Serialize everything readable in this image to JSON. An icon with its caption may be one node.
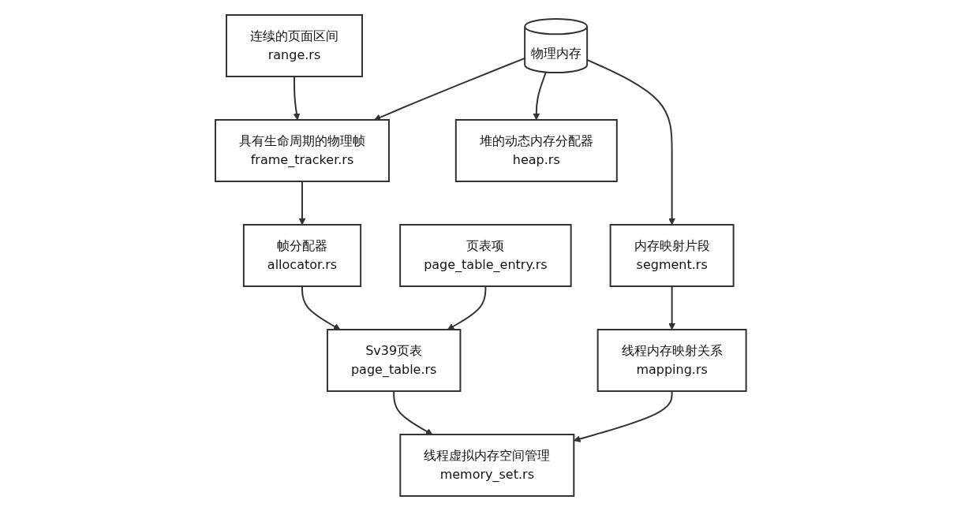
{
  "diagram": {
    "nodes": [
      {
        "text": [
          "连续的页面区间",
          "range.rs"
        ]
      },
      {
        "text": [
          "具有生命周期的物理帧",
          "frame_tracker.rs"
        ]
      },
      {
        "text": [
          "物理内存"
        ]
      },
      {
        "text": [
          "堆的动态内存分配器",
          "heap.rs"
        ]
      },
      {
        "text": [
          "帧分配器",
          "allocator.rs"
        ]
      },
      {
        "text": [
          "页表项",
          "page_table_entry.rs"
        ]
      },
      {
        "text": [
          "Sv39页表",
          "page_table.rs"
        ]
      },
      {
        "text": [
          "内存映射片段",
          "segment.rs"
        ]
      },
      {
        "text": [
          "线程虚拟内存空间管理",
          "memory_set.rs"
        ]
      },
      {
        "text": [
          "线程内存映射关系",
          "mapping.rs"
        ]
      }
    ],
    "edges": [
      {
        "from": 0,
        "to": 1,
        "arrow": "to"
      },
      {
        "from": 2,
        "to": 1,
        "arrow": "to"
      },
      {
        "from": 2,
        "to": 3,
        "arrow": "to"
      },
      {
        "from": 1,
        "to": 4,
        "arrow": "to"
      },
      {
        "from": 4,
        "to": 6,
        "arrow": "to"
      },
      {
        "from": 5,
        "to": 6,
        "arrow": "to"
      },
      {
        "from": 2,
        "to": 7,
        "arrow": "to"
      },
      {
        "from": 6,
        "to": 8,
        "arrow": "to"
      },
      {
        "from": 7,
        "to": 9,
        "arrow": "to"
      },
      {
        "from": 9,
        "to": 8,
        "arrow": "to"
      }
    ]
  }
}
